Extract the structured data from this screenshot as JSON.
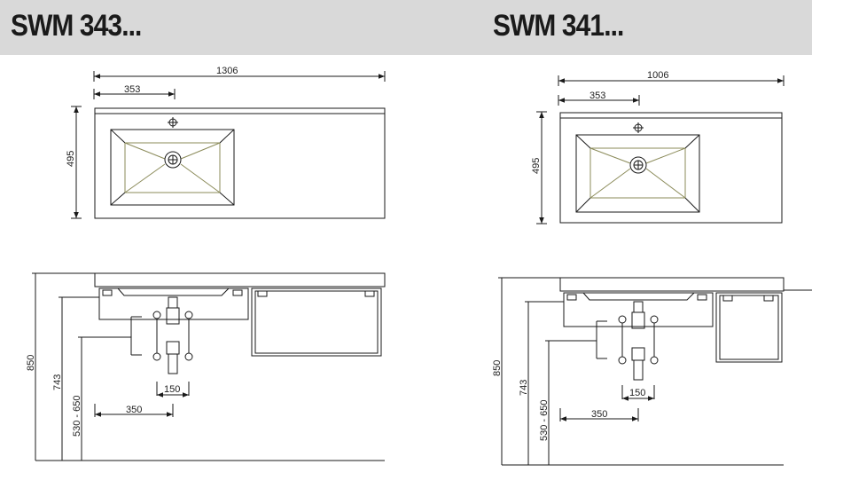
{
  "left": {
    "title": "SWM 343...",
    "dims": {
      "width": "1306",
      "offset": "353",
      "depth": "495",
      "height_total": "850",
      "height_drain": "743",
      "height_range": "530 - 650",
      "pipe_gap": "150",
      "pipe_offset": "350"
    }
  },
  "right": {
    "title": "SWM 341...",
    "dims": {
      "width": "1006",
      "offset": "353",
      "depth": "495",
      "height_total": "850",
      "height_drain": "743",
      "height_range": "530 - 650",
      "pipe_gap": "150",
      "pipe_offset": "350"
    }
  },
  "colors": {
    "line": "#1a1a1a",
    "basin": "#8b8b5a",
    "header": "#d9d9d9"
  }
}
